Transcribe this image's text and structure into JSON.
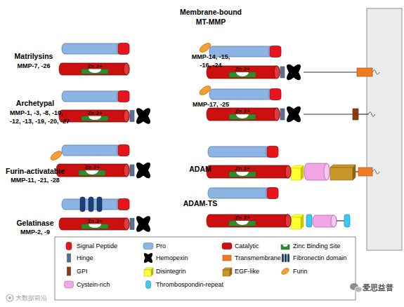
{
  "diagram": {
    "nodes": [
      {
        "text": [
          "Zn 2+"
        ]
      },
      {
        "text": [
          "Zn 2+"
        ]
      },
      {
        "text": [
          "Zn 2+"
        ]
      },
      {
        "text": [
          "Zn 2+"
        ]
      },
      {
        "text": [
          "Zn 2+"
        ]
      },
      {
        "text": [
          "Zn 2+"
        ]
      },
      {
        "text": [
          "Zn 2+"
        ]
      },
      {
        "text": [
          "Zn 2+"
        ]
      }
    ],
    "labels": [
      "Matrilysins",
      "MMP-7, -26",
      "Archetypal",
      "MMP-1, -3, -8, -10, -12, -13, -19, -20, -27",
      "Furin-activatable",
      "MMP-11, -21, -28",
      "Gelatinase",
      "MMP-2, -9",
      "Membrane-bound MT-MMP",
      "MMP-14, -15, -16, -24",
      "MMP-17, -25",
      "ADAM",
      "ADAM-TS",
      "大数据前沿",
      "爱思益普"
    ],
    "legend": [
      {
        "text": "Signal Peptide",
        "color": "#e8141b"
      },
      {
        "text": "Pro",
        "color": "#8db4e2"
      },
      {
        "text": "Catalytic",
        "color": "#cc1010"
      },
      {
        "text": "Zinc Binding Site",
        "color": "#2e8b2e"
      },
      {
        "text": "Hinge",
        "color": "#5b6f8f"
      },
      {
        "text": "Hemopexin"
      },
      {
        "text": "Transmembrane",
        "color": "#f07a22"
      },
      {
        "text": "Fibronectin domain"
      },
      {
        "text": "GPI",
        "color": "#8b3a12"
      },
      {
        "text": "Disintegrin",
        "color": "#ffff33"
      },
      {
        "text": "EGF-like",
        "color": "#c9962a"
      },
      {
        "text": "Furin",
        "color": "#f5a030"
      },
      {
        "text": "Cystein-rich",
        "color": "#f2a6e6"
      },
      {
        "text": "Thrombospondin-repeat",
        "color": "#3cc8f0"
      }
    ]
  }
}
